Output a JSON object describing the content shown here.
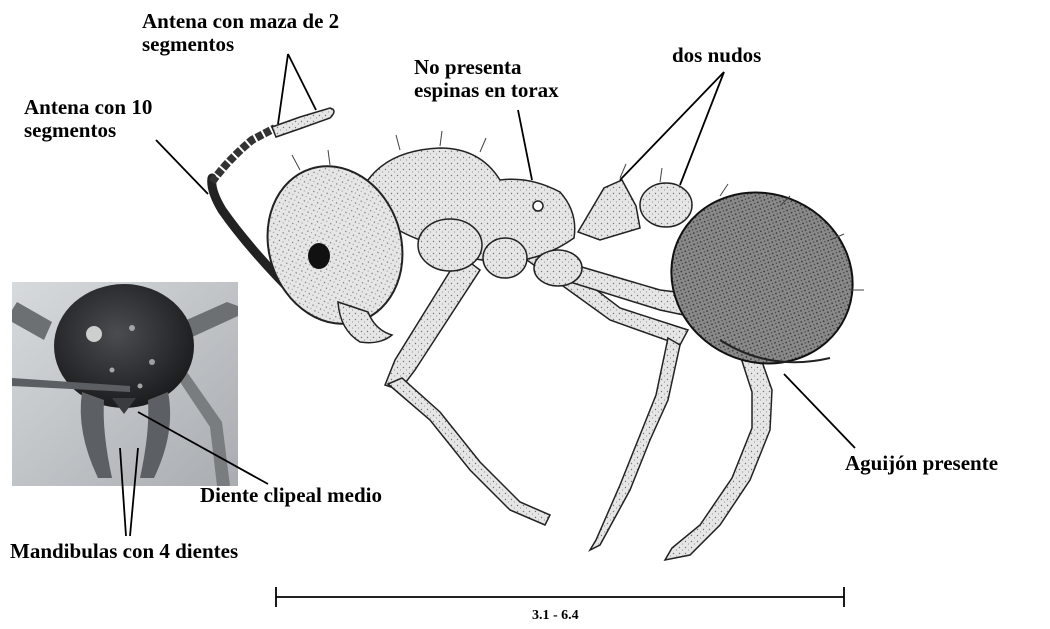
{
  "labels": {
    "antenna_club": [
      "Antena con maza de 2",
      "segmentos"
    ],
    "antenna_segments": [
      "Antena con 10",
      "segmentos"
    ],
    "no_spines": [
      "No presenta",
      "espinas en torax"
    ],
    "two_nodes": [
      "dos nudos"
    ],
    "sting": [
      "Aguijón presente"
    ],
    "clypeal_tooth": [
      "Diente clipeal medio"
    ],
    "mandibles": [
      "Mandibulas con 4 dientes"
    ]
  },
  "scale": {
    "text": "3.1 - 6.4"
  },
  "colors": {
    "ink": "#000000",
    "paper": "#ffffff",
    "body_fill": "#d9d9d9",
    "gaster_fill": "#6e6e6e",
    "photo_bg": "#bfc4c8",
    "photo_head": "#2b2d30"
  }
}
